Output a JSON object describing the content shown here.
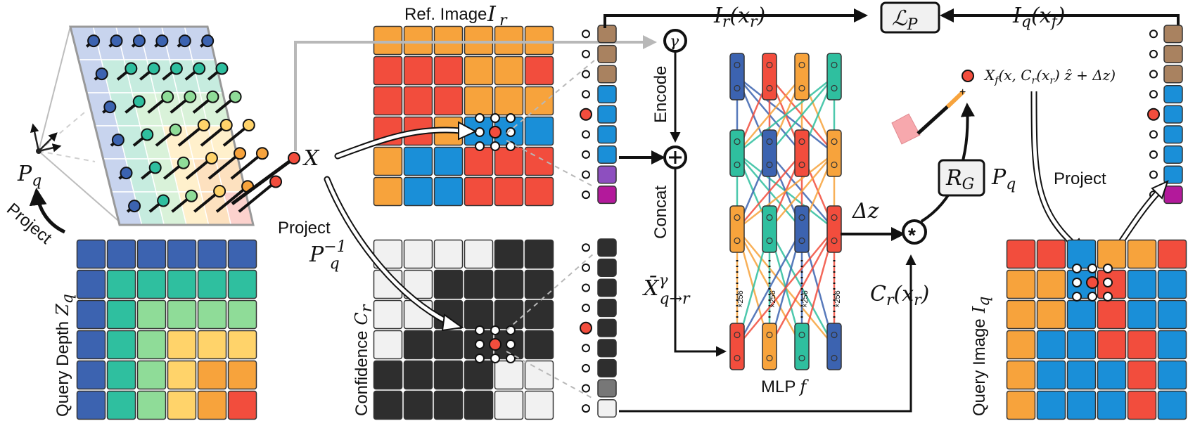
{
  "colors": {
    "blue": "#3c63b0",
    "teal": "#2fbf9f",
    "lightgreen": "#8fdc98",
    "yellow": "#ffd36a",
    "orange": "#f7a33c",
    "red": "#f24d3d",
    "skyblue": "#1a8fd8",
    "brown": "#a98260",
    "purple": "#8d4fbf",
    "magenta": "#b3199b",
    "darkgray": "#2e2e2e",
    "lightgray": "#f1f1f1",
    "pink": "#f7a8ad"
  },
  "labels": {
    "ref_image": "Ref. Image",
    "ref_image_sym": "I",
    "ref_image_sub": "r",
    "confidence": "Confidence",
    "confidence_sym": "C",
    "confidence_sub": "r",
    "query_depth": "Query Depth",
    "query_depth_sym": "Z",
    "query_depth_sub": "q",
    "query_image": "Query Image",
    "query_image_sym": "I",
    "query_image_sub": "q",
    "project_left": "Project",
    "project_mid": "Project",
    "project_right": "Project",
    "pq_left": "P",
    "pq_sub": "q",
    "pq_inv": "P",
    "pq_inv_sup": "−1",
    "pq_inv_sub": "q",
    "pq_right": "P",
    "x_symbol": "X",
    "encode": "Encode",
    "concat": "Concat",
    "gamma": "γ",
    "plus": "+",
    "star": "*",
    "mlp": "MLP",
    "mlp_f": "f",
    "loss": "ℒ",
    "loss_sub": "P",
    "ir_xr": "I",
    "ir_xr_rest": "(x",
    "iq_xf": "I",
    "iq_xf_rest": "(x",
    "delta_z": "Δz",
    "cr_xr": "C",
    "cr_xr_rest": "(x",
    "rg": "R",
    "rg_sub": "G",
    "xf_expr": "X",
    "xf_expr_rest": "(x, C",
    "xf_expr_mid": "(x",
    "xf_expr_end": ") ẑ + Δz)",
    "xbar": "X̄",
    "xbar_sup": "γ",
    "xbar_sub": "q→r",
    "plus_small": "+",
    "r": "r",
    "f": "f",
    "x256": "×256"
  },
  "grids": {
    "ref_image": [
      [
        "orange",
        "orange",
        "orange",
        "orange",
        "orange",
        "orange"
      ],
      [
        "red",
        "red",
        "red",
        "orange",
        "orange",
        "red"
      ],
      [
        "red",
        "red",
        "red",
        "orange",
        "orange",
        "orange"
      ],
      [
        "red",
        "red",
        "orange",
        "skyblue",
        "skyblue",
        "skyblue"
      ],
      [
        "orange",
        "skyblue",
        "skyblue",
        "red",
        "red",
        "red"
      ],
      [
        "orange",
        "skyblue",
        "skyblue",
        "red",
        "red",
        "red"
      ]
    ],
    "confidence": [
      [
        "lightgray",
        "lightgray",
        "lightgray",
        "lightgray",
        "darkgray",
        "darkgray"
      ],
      [
        "lightgray",
        "lightgray",
        "darkgray",
        "darkgray",
        "darkgray",
        "darkgray"
      ],
      [
        "lightgray",
        "lightgray",
        "darkgray",
        "darkgray",
        "darkgray",
        "darkgray"
      ],
      [
        "lightgray",
        "darkgray",
        "darkgray",
        "darkgray",
        "darkgray",
        "darkgray"
      ],
      [
        "darkgray",
        "darkgray",
        "darkgray",
        "darkgray",
        "lightgray",
        "lightgray"
      ],
      [
        "darkgray",
        "darkgray",
        "darkgray",
        "darkgray",
        "lightgray",
        "lightgray"
      ]
    ],
    "query_depth": [
      [
        "blue",
        "blue",
        "blue",
        "blue",
        "blue",
        "blue"
      ],
      [
        "blue",
        "teal",
        "teal",
        "teal",
        "teal",
        "teal"
      ],
      [
        "blue",
        "teal",
        "lightgreen",
        "lightgreen",
        "lightgreen",
        "lightgreen"
      ],
      [
        "blue",
        "teal",
        "lightgreen",
        "yellow",
        "yellow",
        "yellow"
      ],
      [
        "blue",
        "teal",
        "lightgreen",
        "yellow",
        "orange",
        "orange"
      ],
      [
        "blue",
        "teal",
        "lightgreen",
        "yellow",
        "orange",
        "red"
      ]
    ],
    "query_image": [
      [
        "red",
        "red",
        "skyblue",
        "orange",
        "orange",
        "red"
      ],
      [
        "orange",
        "orange",
        "skyblue",
        "red",
        "skyblue",
        "skyblue"
      ],
      [
        "orange",
        "orange",
        "skyblue",
        "red",
        "skyblue",
        "skyblue"
      ],
      [
        "orange",
        "skyblue",
        "skyblue",
        "red",
        "red",
        "skyblue"
      ],
      [
        "orange",
        "skyblue",
        "skyblue",
        "skyblue",
        "red",
        "skyblue"
      ],
      [
        "orange",
        "skyblue",
        "skyblue",
        "skyblue",
        "red",
        "skyblue"
      ]
    ]
  },
  "columns": {
    "ref_features": [
      "brown",
      "brown",
      "brown",
      "skyblue",
      "skyblue",
      "skyblue",
      "skyblue",
      "purple",
      "magenta"
    ],
    "conf_features": [
      "darkgray",
      "darkgray",
      "darkgray",
      "darkgray",
      "darkgray",
      "darkgray",
      "darkgray",
      "gray",
      "lightgray"
    ],
    "query_features": [
      "brown",
      "brown",
      "brown",
      "skyblue",
      "skyblue",
      "skyblue",
      "skyblue",
      "skyblue",
      "magenta"
    ]
  },
  "mlp": {
    "layer1": [
      "blue",
      "red",
      "orange",
      "teal"
    ],
    "layer2": [
      "teal",
      "blue",
      "red",
      "orange"
    ],
    "layer3": [
      "orange",
      "teal",
      "blue",
      "red"
    ],
    "layer4": [
      "red",
      "orange",
      "teal",
      "blue"
    ]
  }
}
